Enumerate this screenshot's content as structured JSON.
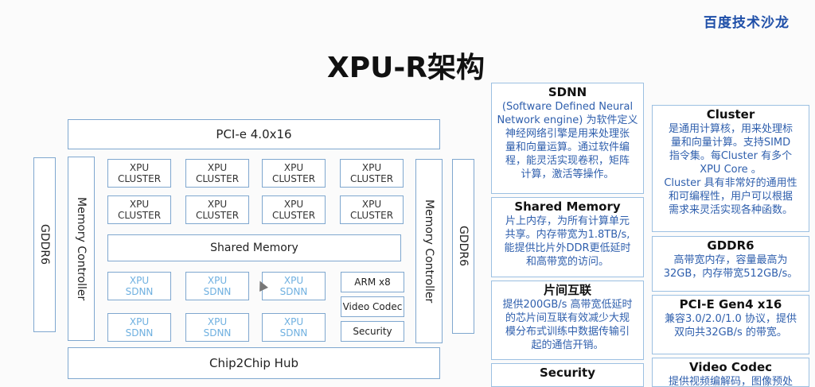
{
  "brand": "百度技术沙龙",
  "title": "XPU-R架构",
  "diagram": {
    "pcie": "PCI-e 4.0x16",
    "chip2chip": "Chip2Chip Hub",
    "shared_memory": "Shared Memory",
    "gddr_left": "GDDR6",
    "gddr_right": "GDDR6",
    "memctrl_left": "Memory Controller",
    "memctrl_right": "Memory Controller",
    "clusters": [
      {
        "line1": "XPU",
        "line2": "CLUSTER"
      },
      {
        "line1": "XPU",
        "line2": "CLUSTER"
      },
      {
        "line1": "XPU",
        "line2": "CLUSTER"
      },
      {
        "line1": "XPU",
        "line2": "CLUSTER"
      },
      {
        "line1": "XPU",
        "line2": "CLUSTER"
      },
      {
        "line1": "XPU",
        "line2": "CLUSTER"
      },
      {
        "line1": "XPU",
        "line2": "CLUSTER"
      },
      {
        "line1": "XPU",
        "line2": "CLUSTER"
      }
    ],
    "sdnns": [
      {
        "line1": "XPU",
        "line2": "SDNN"
      },
      {
        "line1": "XPU",
        "line2": "SDNN"
      },
      {
        "line1": "XPU",
        "line2": "SDNN"
      },
      {
        "line1": "XPU",
        "line2": "SDNN"
      },
      {
        "line1": "XPU",
        "line2": "SDNN"
      },
      {
        "line1": "XPU",
        "line2": "SDNN"
      }
    ],
    "arm": "ARM x8",
    "video_codec": "Video Codec",
    "security": "Security"
  },
  "cards": {
    "sdnn": {
      "title": "SDNN",
      "lines": [
        "(Software Defined Neural",
        "Network engine) 为软件定义",
        "神经网络引擎是用来处理张",
        "量和向量运算。通过软件编",
        "程，能灵活实现卷积，矩阵",
        "计算，激活等操作。"
      ]
    },
    "shared_memory": {
      "title": "Shared Memory",
      "lines": [
        "片上内存，为所有计算单元",
        "共享。内存带宽为1.8TB/s,",
        "能提供比片外DDR更低延时",
        "和高带宽的访问。"
      ]
    },
    "interconnect": {
      "title": "片间互联",
      "lines": [
        "提供200GB/s 高带宽低延时",
        "的芯片间互联有效减少大规",
        "模分布式训练中数据传输引",
        "起的通信开销。"
      ]
    },
    "security": {
      "title": "Security",
      "lines": []
    },
    "cluster": {
      "title": "Cluster",
      "lines": [
        "是通用计算核，用来处理标",
        "量和向量计算。支持SIMD",
        "指令集。每Cluster 有多个",
        "XPU Core 。",
        "Cluster 具有非常好的通用性",
        "和可编程性，用户可以根据",
        "需求来灵活实现各种函数。"
      ]
    },
    "gddr6": {
      "title": "GDDR6",
      "lines": [
        "高带宽内存，容量最高为",
        "32GB，内存带宽512GB/s。"
      ]
    },
    "pcie": {
      "title": "PCI-E Gen4 x16",
      "lines": [
        "兼容3.0/2.0/1.0 协议，提供",
        "双向共32GB/s 的带宽。"
      ]
    },
    "video_codec": {
      "title": "Video Codec",
      "lines": [
        "提供视频编解码，图像预处"
      ]
    }
  }
}
